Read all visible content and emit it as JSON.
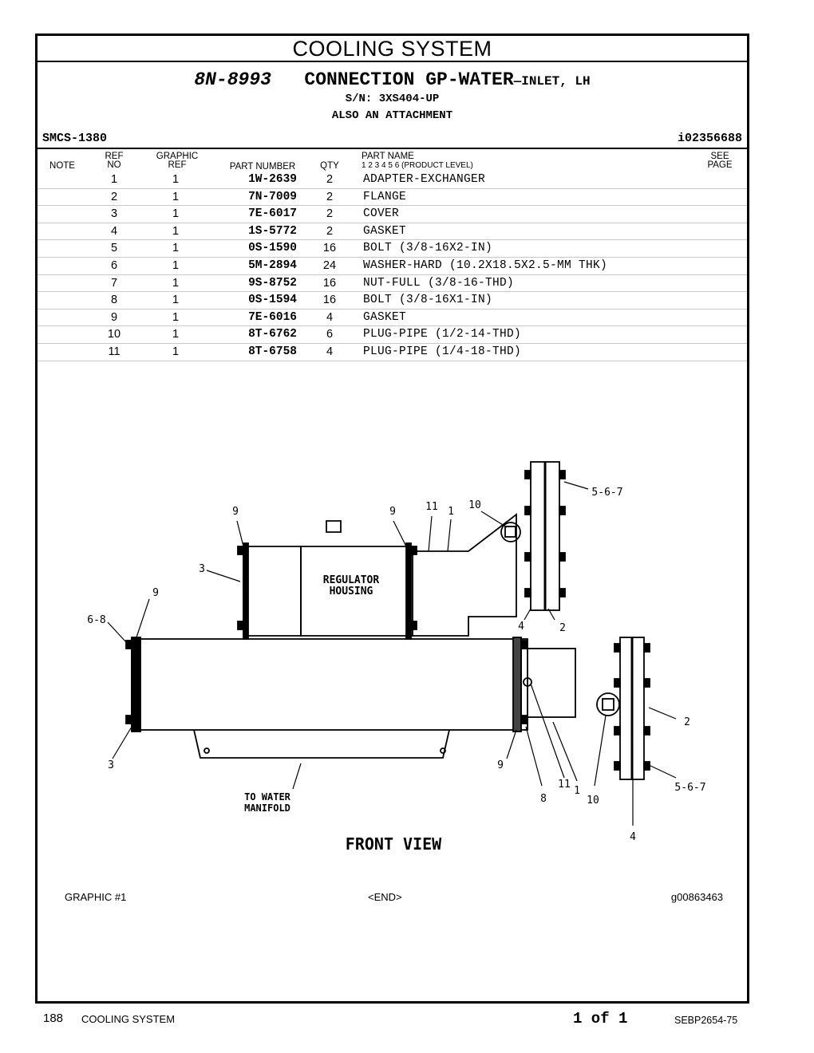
{
  "section": {
    "title": "COOLING SYSTEM"
  },
  "header": {
    "part_no": "8N-8993",
    "name_main": "CONNECTION GP-WATER",
    "name_dash": "—INLET, LH",
    "serial": "S/N: 3XS404-UP",
    "note": "ALSO AN ATTACHMENT"
  },
  "smcs": "SMCS-1380",
  "ref_id": "i02356688",
  "columns": {
    "note": "NOTE",
    "ref_line1": "REF",
    "ref_line2": "NO",
    "graphic_line1": "GRAPHIC",
    "graphic_line2": "REF",
    "part_number": "PART NUMBER",
    "qty": "QTY",
    "part_name": "PART NAME",
    "levels": "1  2  3  4  5  6  (PRODUCT LEVEL)",
    "see_line1": "SEE",
    "see_line2": "PAGE"
  },
  "parts": [
    {
      "ref": "1",
      "graphic": "1",
      "pn": "1W-2639",
      "qty": "2",
      "name": "ADAPTER-EXCHANGER"
    },
    {
      "ref": "2",
      "graphic": "1",
      "pn": "7N-7009",
      "qty": "2",
      "name": "FLANGE"
    },
    {
      "ref": "3",
      "graphic": "1",
      "pn": "7E-6017",
      "qty": "2",
      "name": "COVER"
    },
    {
      "ref": "4",
      "graphic": "1",
      "pn": "1S-5772",
      "qty": "2",
      "name": "GASKET"
    },
    {
      "ref": "5",
      "graphic": "1",
      "pn": "0S-1590",
      "qty": "16",
      "name": "BOLT (3/8-16X2-IN)"
    },
    {
      "ref": "6",
      "graphic": "1",
      "pn": "5M-2894",
      "qty": "24",
      "name": "WASHER-HARD (10.2X18.5X2.5-MM THK)"
    },
    {
      "ref": "7",
      "graphic": "1",
      "pn": "9S-8752",
      "qty": "16",
      "name": "NUT-FULL (3/8-16-THD)"
    },
    {
      "ref": "8",
      "graphic": "1",
      "pn": "0S-1594",
      "qty": "16",
      "name": "BOLT (3/8-16X1-IN)"
    },
    {
      "ref": "9",
      "graphic": "1",
      "pn": "7E-6016",
      "qty": "4",
      "name": "GASKET"
    },
    {
      "ref": "10",
      "graphic": "1",
      "pn": "8T-6762",
      "qty": "6",
      "name": "PLUG-PIPE (1/2-14-THD)"
    },
    {
      "ref": "11",
      "graphic": "1",
      "pn": "8T-6758",
      "qty": "4",
      "name": "PLUG-PIPE (1/4-18-THD)"
    }
  ],
  "drawing": {
    "regulator_line1": "REGULATOR",
    "regulator_line2": "HOUSING",
    "manifold_line1": "TO WATER",
    "manifold_line2": "MANIFOLD",
    "view": "FRONT VIEW",
    "callouts": {
      "nine": "9",
      "eleven": "11",
      "one": "1",
      "ten": "10",
      "flange_bolts": "5-6-7",
      "three": "3",
      "six_eight": "6-8",
      "four": "4",
      "two": "2",
      "eight": "8"
    }
  },
  "graphic_footer": {
    "left": "GRAPHIC #1",
    "center": "<END>",
    "right": "g00863463"
  },
  "footer": {
    "page": "188",
    "section": "COOLING SYSTEM",
    "of": "1 of 1",
    "doc": "SEBP2654-75"
  }
}
